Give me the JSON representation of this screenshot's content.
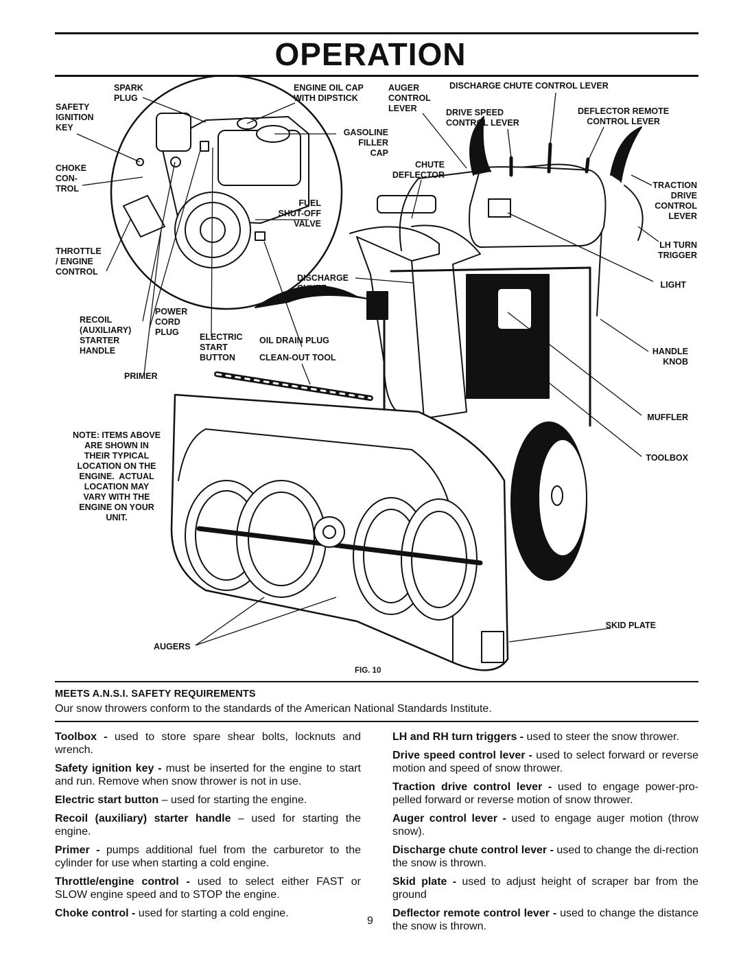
{
  "page": {
    "title": "OPERATION",
    "page_number": "9"
  },
  "figure": {
    "caption": "FIG. 10",
    "labels": {
      "spark_plug": "SPARK\nPLUG",
      "engine_oil_cap": "ENGINE OIL CAP\nWITH DIPSTICK",
      "auger_control_lever": "AUGER\nCONTROL\nLEVER",
      "discharge_chute_control_lever": "DISCHARGE CHUTE CONTROL LEVER",
      "safety_ignition_key": "SAFETY\nIGNITION\nKEY",
      "drive_speed_control_lever": "DRIVE SPEED\nCONTROL LEVER",
      "deflector_remote_control_lever": "DEFLECTOR REMOTE\nCONTROL LEVER",
      "gasoline_filler_cap": "GASOLINE\nFILLER\nCAP",
      "choke_control": "CHOKE\nCON-\nTROL",
      "chute_deflector": "CHUTE\nDEFLECTOR",
      "traction_drive_control_lever": "TRACTION\nDRIVE\nCONTROL\nLEVER",
      "fuel_shutoff_valve": "FUEL\nSHUT-OFF\nVALVE",
      "lh_turn_trigger": "LH TURN\nTRIGGER",
      "throttle_engine_control": "THROTTLE\n/ ENGINE\nCONTROL",
      "discharge_chute": "DISCHARGE\nCHUTE",
      "light": "LIGHT",
      "recoil_starter_handle": "RECOIL\n(AUXILIARY)\nSTARTER\nHANDLE",
      "power_cord_plug": "POWER\nCORD\nPLUG",
      "electric_start_button": "ELECTRIC\nSTART\nBUTTON",
      "oil_drain_plug": "OIL DRAIN PLUG",
      "clean_out_tool": "CLEAN-OUT TOOL",
      "handle_knob": "HANDLE\nKNOB",
      "primer": "PRIMER",
      "muffler": "MUFFLER",
      "note": "NOTE: ITEMS ABOVE\nARE SHOWN IN\nTHEIR TYPICAL\nLOCATION ON THE\nENGINE.  ACTUAL\nLOCATION MAY\nVARY WITH THE\nENGINE ON YOUR\nUNIT.",
      "toolbox": "TOOLBOX",
      "skid_plate": "SKID PLATE",
      "augers": "AUGERS"
    }
  },
  "ansi": {
    "heading": "MEETS A.N.S.I. SAFETY REQUIREMENTS",
    "text": "Our snow throwers conform to the standards of the American National Standards Institute."
  },
  "left_items": [
    {
      "term": "Toolbox -",
      "desc": " used to store spare shear bolts, locknuts and wrench."
    },
    {
      "term": "Safety ignition key -",
      "desc": " must be inserted for the engine to start and run.  Remove when snow thrower is not in use."
    },
    {
      "term": "Electric start button",
      "desc": " – used for starting the engine."
    },
    {
      "term": "Recoil (auxiliary) starter handle",
      "desc": " – used for starting the engine."
    },
    {
      "term": "Primer -",
      "desc": " pumps additional fuel from the carburetor to the cylinder for use when starting a cold engine."
    },
    {
      "term": "Throttle/engine control -",
      "desc": " used to select either FAST or SLOW engine speed and to STOP the engine."
    },
    {
      "term": "Choke control -",
      "desc": " used for starting a cold engine."
    }
  ],
  "right_items": [
    {
      "term": "LH and RH turn triggers -",
      "desc": " used to steer the snow thrower."
    },
    {
      "term": "Drive speed control lever -",
      "desc": " used to select forward or reverse motion and speed of snow thrower."
    },
    {
      "term": "Traction drive control lever -",
      "desc": " used to engage power-pro-pelled forward or reverse motion of snow thrower."
    },
    {
      "term": "Auger control lever -",
      "desc": " used to engage auger motion (throw snow)."
    },
    {
      "term": "Discharge chute control lever -",
      "desc": " used to change the di-rection the snow is thrown."
    },
    {
      "term": "Skid plate -",
      "desc": " used to adjust height of scraper bar from the ground"
    },
    {
      "term": "Deflector remote control lever -",
      "desc": " used to change the distance the snow is thrown."
    }
  ]
}
